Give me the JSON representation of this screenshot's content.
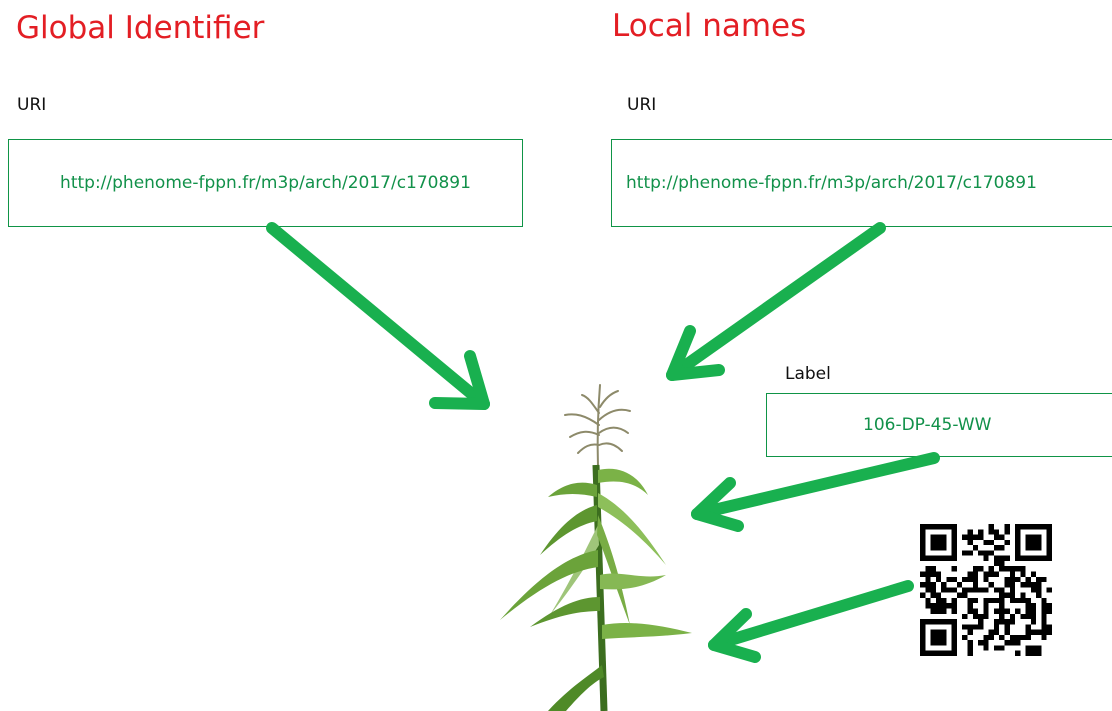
{
  "global": {
    "heading": "Global Identifier",
    "uri_label": "URI",
    "uri_value": "http://phenome-fppn.fr/m3p/arch/2017/c170891"
  },
  "local": {
    "heading": "Local names",
    "uri_label": "URI",
    "uri_value": "http://phenome-fppn.fr/m3p/arch/2017/c170891",
    "label_caption": "Label",
    "label_value": "106-DP-45-WW"
  },
  "colors": {
    "heading": "#e31e24",
    "box_border": "#0f9446",
    "box_text": "#12914a",
    "arrow": "#19b04f",
    "plant_leaf": "#6ba33a",
    "plant_stem": "#3c6e1f"
  },
  "icons": {
    "plant": "maize-plant-image",
    "qr": "qr-code-icon"
  }
}
